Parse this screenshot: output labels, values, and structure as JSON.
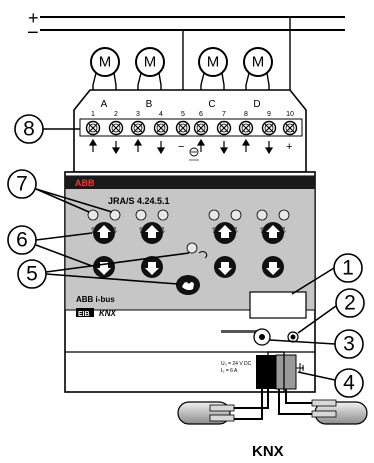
{
  "supply": {
    "plus": "+",
    "minus": "−"
  },
  "motors": [
    {
      "label": "M"
    },
    {
      "label": "M"
    },
    {
      "label": "M"
    },
    {
      "label": "M"
    }
  ],
  "channels": [
    "A",
    "B",
    "C",
    "D"
  ],
  "terminal_numbers": [
    "1",
    "2",
    "3",
    "4",
    "5",
    "6",
    "7",
    "8",
    "9",
    "10"
  ],
  "terminal_signs": {
    "minus": "−",
    "plus": "+"
  },
  "device": {
    "brand": "ABB",
    "model": "JRA/S 4.24.5.1",
    "bus_logo": "ABB i-bus",
    "eib_logo": "EIB",
    "knx_logo": "KNX",
    "rating_voltage": "U₀ = 24 V DC",
    "rating_current": "I₀ = 6 A"
  },
  "callouts": [
    "1",
    "2",
    "3",
    "4",
    "5",
    "6",
    "7",
    "8"
  ],
  "bus_label": "KNX",
  "colors": {
    "line": "#000000",
    "panel": "#bfbfbf",
    "panel_dark": "#222222",
    "button": "#111111",
    "cable": "#d0d0d0"
  }
}
